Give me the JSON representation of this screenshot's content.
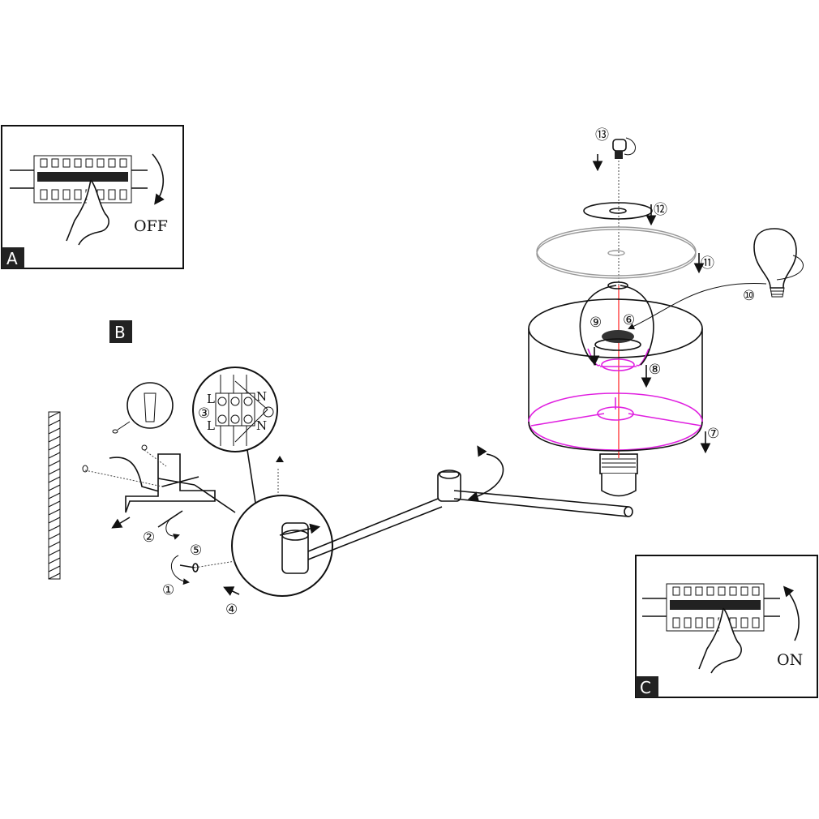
{
  "panels": {
    "a": {
      "badge": "A",
      "state": "OFF"
    },
    "b": {
      "badge": "B"
    },
    "c": {
      "badge": "C",
      "state": "ON"
    }
  },
  "terminal": {
    "l_top": "L",
    "l_bottom": "L",
    "n_top": "N",
    "n_bottom": "N"
  },
  "steps": [
    "①",
    "②",
    "③",
    "④",
    "⑤",
    "⑥",
    "⑦",
    "⑧",
    "⑨",
    "⑩",
    "⑪",
    "⑫",
    "⑬"
  ],
  "colors": {
    "line": "#111111",
    "frame_highlight": "#e020e0",
    "axis": "#ff2020",
    "shade_top": "#999999"
  }
}
